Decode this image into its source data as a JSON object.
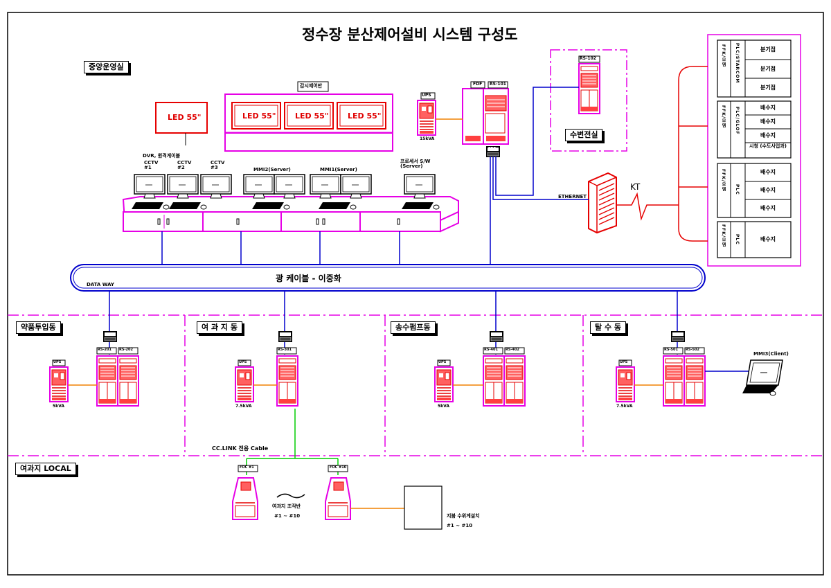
{
  "title": "정수장 분산제어설비 시스템 구성도",
  "areas": {
    "central": "중앙운영실",
    "chem": "약품투입동",
    "filter": "여 과 지 동",
    "pump": "송수펌프동",
    "dewater": "탈 수 동",
    "local": "여과지 LOCAL",
    "substation": "수변전실"
  },
  "monitor_board": {
    "title": "감시제어반",
    "screens": [
      "LED 55\"",
      "LED 55\"",
      "LED 55\""
    ],
    "single_screen": "LED 55\""
  },
  "console": {
    "dvr": "DVR, 원격게이블",
    "cctv": [
      "CCTV #1",
      "CCTV #2",
      "CCTV #3"
    ],
    "mmi2": "MMI2(Server)",
    "mmi1": "MMI1(Server)",
    "process": "프로세서 S/W (Server)"
  },
  "network": {
    "cable": "광 케이블 - 이중화",
    "data_way": "DATA WAY",
    "ethernet": "ETHERNET",
    "kt": "KT",
    "cc_link": "CC.LINK 전용 Cable"
  },
  "tags": {
    "ups": "UPS",
    "fdf": "FDF",
    "rs101": "RS-101",
    "rs102": "RS-102",
    "rs201": "RS-201",
    "rs202": "RS-202",
    "rs301": "RS-301",
    "rs401": "RS-401",
    "rs402": "RS-402",
    "rs501": "RS-501",
    "rs502": "RS-502",
    "foc1": "FOC #1",
    "foc10": "FOC #10"
  },
  "ups_ratings": {
    "central": "15kVA",
    "chem": "5kVA",
    "filter": "7.5kVA",
    "pump": "5kVA",
    "dewater": "7.5kVA"
  },
  "mmi_client": "MMI3(Client)",
  "local": {
    "panel_label": "여과지 조작반",
    "panel_range": "#1 ~ #10",
    "level_label": "지붐 수위계설치",
    "level_range": "#1 ~ #10"
  },
  "remote": {
    "groups": [
      {
        "vlabel": "FFK/모뎀",
        "plabel": "PLC/STARCOM",
        "rows": [
          "분기점",
          "분기점",
          "분기점"
        ]
      },
      {
        "vlabel": "FFK/모뎀",
        "plabel": "PLC/GLOF",
        "rows": [
          "배수지",
          "배수지",
          "배수지",
          "시청 (수도사업과)"
        ]
      },
      {
        "vlabel": "FFK/모뎀",
        "plabel": "PLC",
        "rows": [
          "배수지",
          "배수지",
          "배수지"
        ]
      },
      {
        "vlabel": "FFK/모뎀",
        "plabel": "PLC",
        "rows": [
          "배수지"
        ]
      }
    ]
  },
  "colors": {
    "panel_border": "#e600e6",
    "cabinet": "#e60000",
    "network_line": "#0000cc",
    "remote_line": "#e60000",
    "orange_line": "#f08000",
    "green_line": "#00cc00",
    "dashed_border": "#e600e6"
  }
}
